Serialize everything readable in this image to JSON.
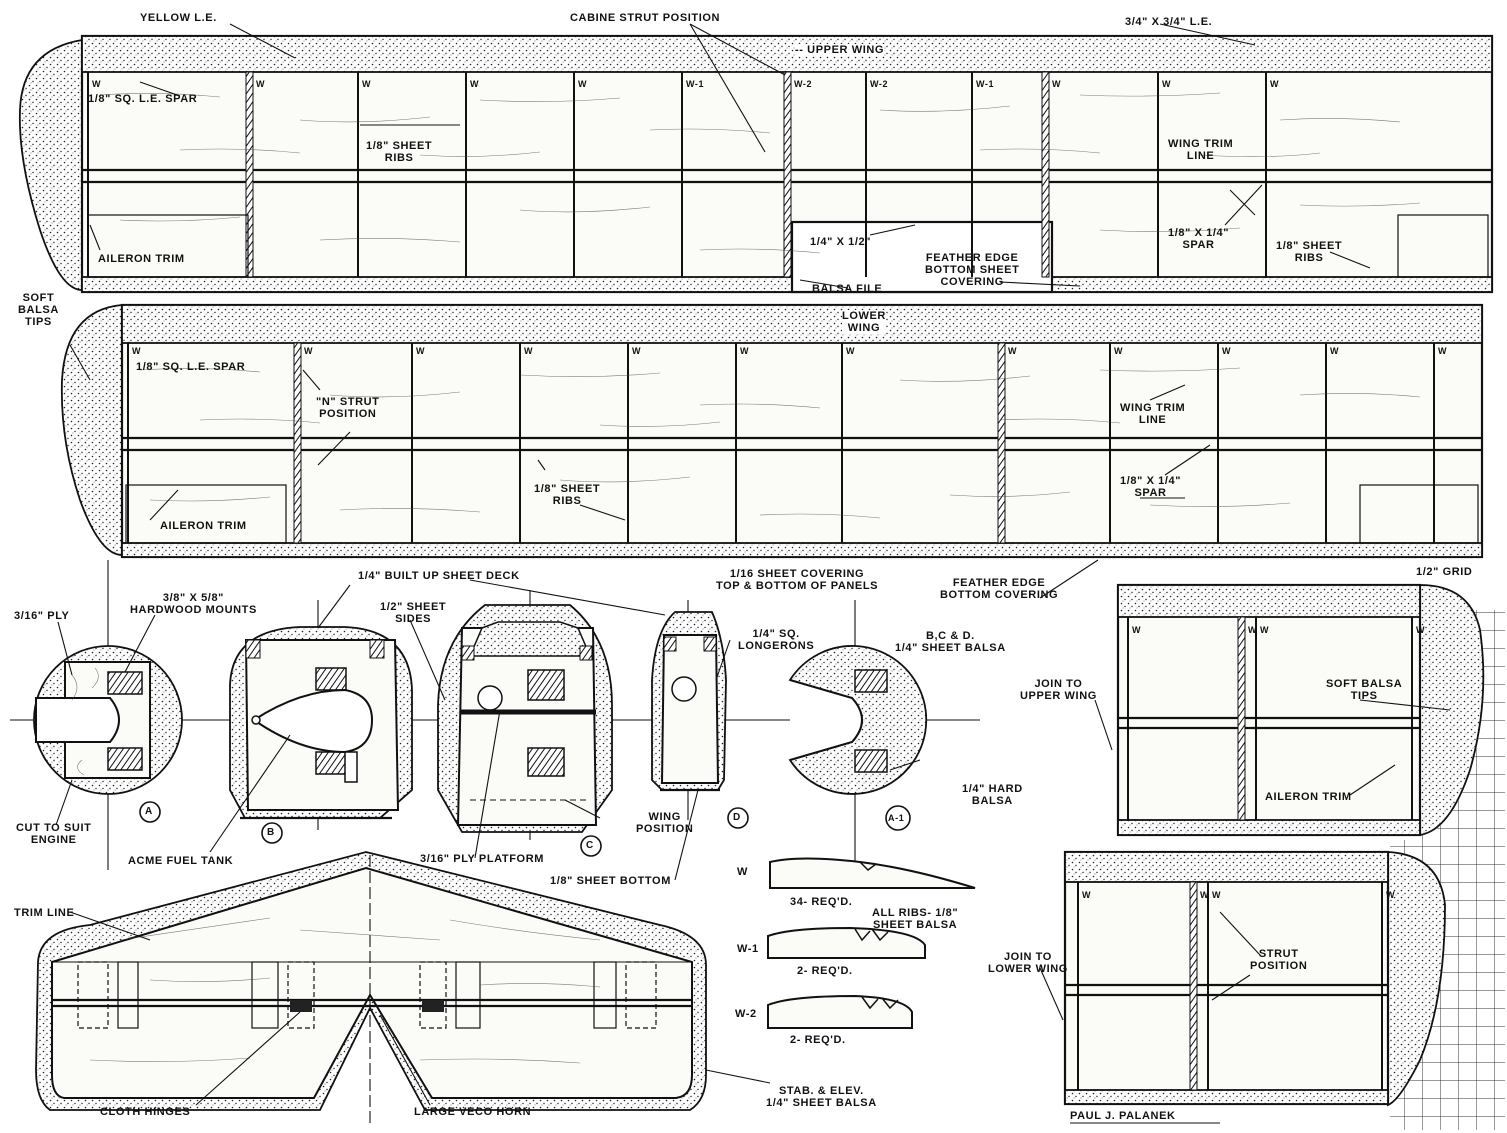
{
  "labels": {
    "yellow_le": "YELLOW L.E.",
    "cabine_strut": "CABINE STRUT POSITION",
    "le_34": "3/4\" X 3/4\"  L.E.",
    "upper_wing": "-- UPPER WING",
    "sq_le_spar_upper": "1/8\" SQ. L.E. SPAR",
    "sheet_ribs_upper": "1/8\" SHEET\nRIBS",
    "wing_trim_upper": "WING TRIM\nLINE",
    "spar_upper": "1/8\" X 1/4\"\nSPAR",
    "sheet_ribs_upper_r": "1/8\" SHEET\nRIBS",
    "aileron_trim_upper": "AILERON  TRIM",
    "quarter_half": "1/4\" X 1/2\"",
    "balsa_file": "BALSA FILE",
    "feather_edge_1": "FEATHER EDGE\nBOTTOM SHEET\nCOVERING",
    "soft_balsa_tips_1": "SOFT\nBALSA\nTIPS",
    "lower_wing": "LOWER\nWING",
    "sq_le_spar_lower": "1/8\" SQ. L.E. SPAR",
    "n_strut": "\"N\" STRUT\nPOSITION",
    "wing_trim_lower": "WING TRIM\nLINE",
    "spar_lower": "1/8\" X 1/4\"\nSPAR",
    "sheet_ribs_lower": "1/8\" SHEET\nRIBS",
    "aileron_trim_lower": "AILERON  TRIM",
    "built_up_deck": "1/4\" BUILT UP SHEET DECK",
    "sheet_covering": "1/16 SHEET  COVERING\nTOP & BOTTOM OF PANELS",
    "feather_edge_2": "FEATHER EDGE\nBOTTOM  COVERING",
    "half_grid": "1/2\"  GRID",
    "ply_316": "3/16\" PLY",
    "hardwood_mounts": "3/8\" X 5/8\"\nHARDWOOD MOUNTS",
    "half_sheet_sides": "1/2\" SHEET\nSIDES",
    "quarter_sq_longerons": "1/4\" SQ.\nLONGERONS",
    "bcd_balsa": "B,C & D.\n1/4\" SHEET BALSA",
    "join_upper": "JOIN TO\nUPPER WING",
    "soft_balsa_tips_2": "SOFT BALSA\nTIPS",
    "aileron_trim_right": "AILERON  TRIM",
    "hard_balsa": "1/4\" HARD\nBALSA",
    "wing_position": "WING\nPOSITION",
    "cut_to_suit": "CUT  TO SUIT\nENGINE",
    "acme_fuel": "ACME FUEL TANK",
    "ply_platform": "3/16\" PLY PLATFORM",
    "sheet_bottom": "1/8\" SHEET  BOTTOM",
    "trim_line": "TRIM LINE",
    "all_ribs": "ALL RIBS- 1/8\"\nSHEET  BALSA",
    "req_34": "34- REQ'D.",
    "req_2a": "2- REQ'D.",
    "req_2b": "2- REQ'D.",
    "join_lower": "JOIN TO\nLOWER WING",
    "strut_position": "STRUT\nPOSITION",
    "cloth_hinges": "CLOTH HINGES",
    "veco_horn": "LARGE VECO HORN",
    "stab_elev": "STAB. & ELEV.\n1/4\" SHEET  BALSA",
    "author": "PAUL  J. PALANEK"
  },
  "section_letters": {
    "a": "A",
    "b": "B",
    "c": "C",
    "d": "D",
    "a1": "A-1"
  },
  "rib_codes": {
    "w": "W",
    "w1": "W-1",
    "w2": "W-2"
  },
  "upper_wing_rib_marks": [
    "W",
    "W",
    "W",
    "W",
    "W",
    "W-1",
    "W-2",
    "W-2",
    "W-1",
    "W",
    "W",
    "W"
  ],
  "lower_wing_rib_marks": [
    "W",
    "W",
    "W",
    "W",
    "W",
    "W",
    "W",
    "W",
    "W",
    "W",
    "W",
    "W"
  ],
  "right_panel_rib_marks": [
    "W",
    "W",
    "W",
    "W"
  ],
  "right_panel_lower_rib_marks": [
    "W",
    "W",
    "W",
    "W"
  ]
}
